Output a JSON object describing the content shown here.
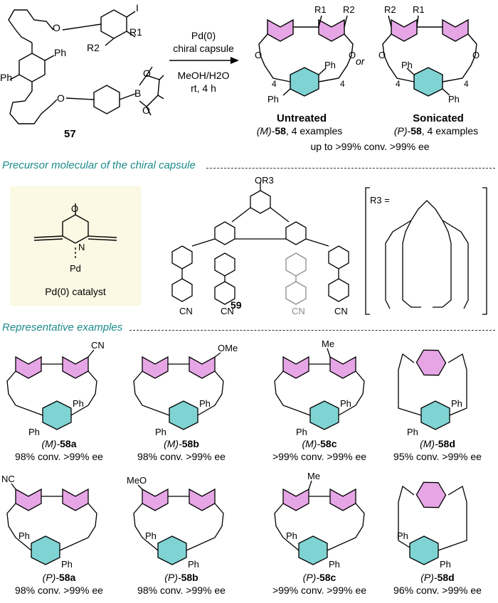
{
  "reaction": {
    "reagent_1": "Pd(0)",
    "reagent_2": "chiral capsule",
    "conditions_1": "MeOH/H2O",
    "conditions_2": "rt, 4 h",
    "substrate_label": "57",
    "separator_word": "or",
    "untreated_title": "Untreated",
    "untreated_caption_pre": "(M)-",
    "untreated_caption_num": "58",
    "untreated_caption_post": ", 4 examples",
    "sonicated_title": "Sonicated",
    "sonicated_caption_pre": "(P)-",
    "sonicated_caption_num": "58",
    "sonicated_caption_post": ", 4 examples",
    "result_text": "up to >99% conv. >99% ee"
  },
  "labels": {
    "ph": "Ph",
    "o": "O",
    "b": "B",
    "i": "I",
    "n": "N",
    "pd": "Pd",
    "r1": "R1",
    "r2": "R2",
    "r3": "R3",
    "or3": "OR3",
    "four": "4",
    "cn": "CN",
    "ome": "OMe",
    "meo": "MeO",
    "me": "Me",
    "nc": "NC",
    "r3_eq": "R3 ="
  },
  "precursor": {
    "section_title": "Precursor molecular of the chiral capsule",
    "catalyst_caption": "Pd(0) catalyst",
    "capsule_label": "59"
  },
  "examples": {
    "section_title": "Representative examples",
    "row1": [
      {
        "pre": "(M)-",
        "id": "58a",
        "result": "98% conv. >99% ee"
      },
      {
        "pre": "(M)-",
        "id": "58b",
        "result": "98% conv. >99% ee"
      },
      {
        "pre": "(M)-",
        "id": "58c",
        "result": ">99% conv. >99% ee"
      },
      {
        "pre": "(M)-",
        "id": "58d",
        "result": "95% conv. >99% ee"
      }
    ],
    "row2": [
      {
        "pre": "(P)-",
        "id": "58a",
        "result": "98% conv. >99% ee"
      },
      {
        "pre": "(P)-",
        "id": "58b",
        "result": "98% conv. >99% ee"
      },
      {
        "pre": "(P)-",
        "id": "58c",
        "result": ">99% conv. >99% ee"
      },
      {
        "pre": "(P)-",
        "id": "58d",
        "result": "96% conv. >99% ee"
      }
    ]
  },
  "colors": {
    "pink_fill": "#e6a6e6",
    "teal_fill": "#7fd3d3",
    "catalyst_bg": "#fbf8e3",
    "section_color": "#1e8a8a",
    "gray_arm": "#8c8c8c"
  }
}
